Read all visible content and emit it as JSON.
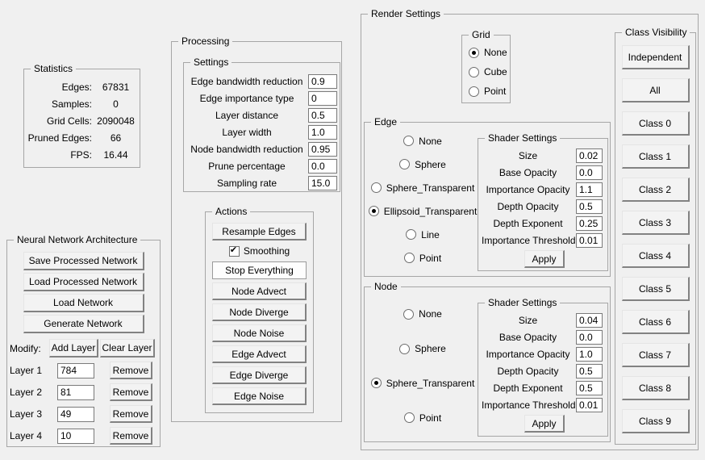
{
  "statistics": {
    "title": "Statistics",
    "rows": [
      {
        "label": "Edges:",
        "value": "67831"
      },
      {
        "label": "Samples:",
        "value": "0"
      },
      {
        "label": "Grid Cells:",
        "value": "2090048"
      },
      {
        "label": "Pruned Edges:",
        "value": "66"
      },
      {
        "label": "FPS:",
        "value": "16.44"
      }
    ]
  },
  "network": {
    "title": "Neural Network Architecture",
    "save_button": "Save Processed Network",
    "load_processed_button": "Load Processed Network",
    "load_button": "Load Network",
    "generate_button": "Generate Network",
    "modify_label": "Modify:",
    "add_layer_button": "Add Layer",
    "clear_layer_button": "Clear Layer",
    "layers": [
      {
        "label": "Layer 1",
        "value": "784",
        "remove": "Remove"
      },
      {
        "label": "Layer 2",
        "value": "81",
        "remove": "Remove"
      },
      {
        "label": "Layer 3",
        "value": "49",
        "remove": "Remove"
      },
      {
        "label": "Layer 4",
        "value": "10",
        "remove": "Remove"
      }
    ]
  },
  "processing": {
    "title": "Processing",
    "settings": {
      "title": "Settings",
      "fields": [
        {
          "label": "Edge bandwidth reduction",
          "value": "0.9"
        },
        {
          "label": "Edge importance type",
          "value": "0"
        },
        {
          "label": "Layer distance",
          "value": "0.5"
        },
        {
          "label": "Layer width",
          "value": "1.0"
        },
        {
          "label": "Node bandwidth reduction",
          "value": "0.95"
        },
        {
          "label": "Prune percentage",
          "value": "0.0"
        },
        {
          "label": "Sampling rate",
          "value": "15.0"
        }
      ]
    },
    "actions": {
      "title": "Actions",
      "resample_button": "Resample Edges",
      "smoothing": {
        "label": "Smoothing",
        "checked": true
      },
      "stop_button": "Stop Everything",
      "node_advect_button": "Node Advect",
      "node_diverge_button": "Node Diverge",
      "node_noise_button": "Node Noise",
      "edge_advect_button": "Edge Advect",
      "edge_diverge_button": "Edge Diverge",
      "edge_noise_button": "Edge Noise"
    }
  },
  "render": {
    "title": "Render Settings",
    "grid": {
      "title": "Grid",
      "options": [
        {
          "label": "None",
          "selected": true
        },
        {
          "label": "Cube",
          "selected": false
        },
        {
          "label": "Point",
          "selected": false
        }
      ]
    },
    "edge": {
      "title": "Edge",
      "options": [
        {
          "label": "None",
          "selected": false
        },
        {
          "label": "Sphere",
          "selected": false
        },
        {
          "label": "Sphere_Transparent",
          "selected": false
        },
        {
          "label": "Ellipsoid_Transparent",
          "selected": true
        },
        {
          "label": "Line",
          "selected": false
        },
        {
          "label": "Point",
          "selected": false
        }
      ],
      "shader": {
        "title": "Shader Settings",
        "fields": [
          {
            "label": "Size",
            "value": "0.02"
          },
          {
            "label": "Base Opacity",
            "value": "0.0"
          },
          {
            "label": "Importance Opacity",
            "value": "1.1"
          },
          {
            "label": "Depth Opacity",
            "value": "0.5"
          },
          {
            "label": "Depth Exponent",
            "value": "0.25"
          },
          {
            "label": "Importance Threshold",
            "value": "0.01"
          }
        ],
        "apply_button": "Apply"
      }
    },
    "node": {
      "title": "Node",
      "options": [
        {
          "label": "None",
          "selected": false
        },
        {
          "label": "Sphere",
          "selected": false
        },
        {
          "label": "Sphere_Transparent",
          "selected": true
        },
        {
          "label": "Point",
          "selected": false
        }
      ],
      "shader": {
        "title": "Shader Settings",
        "fields": [
          {
            "label": "Size",
            "value": "0.04"
          },
          {
            "label": "Base Opacity",
            "value": "0.0"
          },
          {
            "label": "Importance Opacity",
            "value": "1.0"
          },
          {
            "label": "Depth Opacity",
            "value": "0.5"
          },
          {
            "label": "Depth Exponent",
            "value": "0.5"
          },
          {
            "label": "Importance Threshold",
            "value": "0.01"
          }
        ],
        "apply_button": "Apply"
      }
    }
  },
  "class_visibility": {
    "title": "Class Visibility",
    "buttons": [
      "Independent",
      "All",
      "Class 0",
      "Class 1",
      "Class 2",
      "Class 3",
      "Class 4",
      "Class 5",
      "Class 6",
      "Class 7",
      "Class 8",
      "Class 9"
    ]
  }
}
